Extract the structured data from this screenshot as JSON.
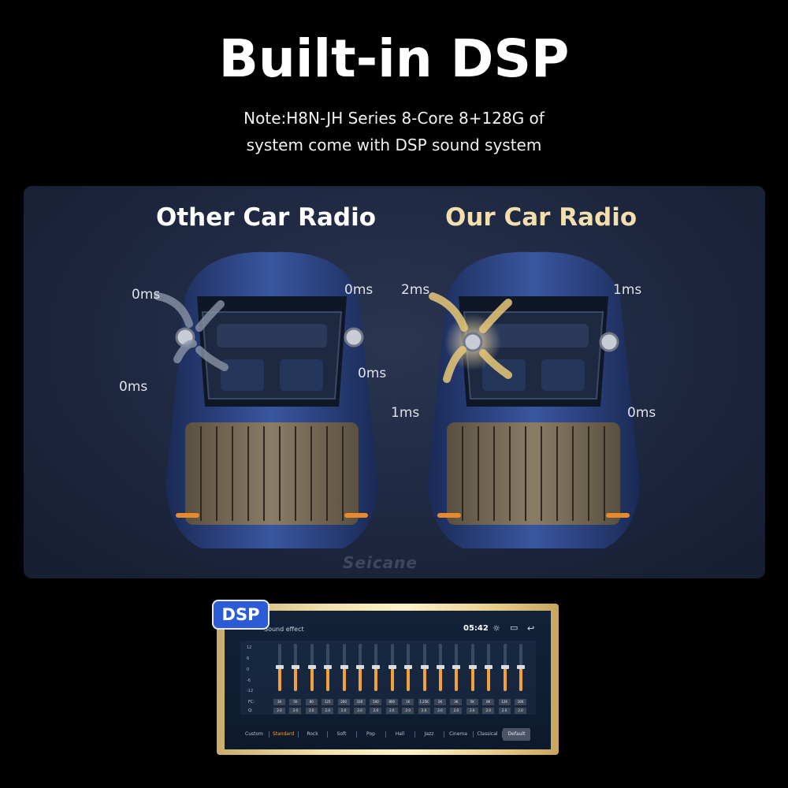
{
  "header": {
    "title": "Built-in DSP",
    "note_line1": "Note:H8N-JH Series 8-Core 8+128G of",
    "note_line2": "system come with DSP sound system"
  },
  "comparison": {
    "left_heading": "Other Car Radio",
    "right_heading": "Our Car Radio",
    "left_delays": {
      "top_left": "0ms",
      "top_right": "0ms",
      "bottom_left": "0ms",
      "bottom_right": "0ms"
    },
    "right_delays": {
      "top_left": "2ms",
      "top_right": "1ms",
      "bottom_left": "1ms",
      "bottom_right": "0ms"
    },
    "watermark": "Seicane",
    "left_accent": "#ffffff",
    "right_accent": "#f3dfae"
  },
  "dsp": {
    "badge": "DSP",
    "screen_title": "Sound effect",
    "clock": "05:42",
    "icons": [
      "brightness-icon",
      "window-icon",
      "back-icon"
    ],
    "y_labels": [
      "12",
      "6",
      "0",
      "-6",
      "-12"
    ],
    "fc_label": "FC:",
    "q_label": "Q:",
    "bands": [
      {
        "fc": "30",
        "q": "2.0",
        "level": 0
      },
      {
        "fc": "50",
        "q": "2.0",
        "level": 0
      },
      {
        "fc": "80",
        "q": "2.0",
        "level": 0
      },
      {
        "fc": "125",
        "q": "2.0",
        "level": 0
      },
      {
        "fc": "200",
        "q": "2.0",
        "level": 0
      },
      {
        "fc": "320",
        "q": "2.0",
        "level": 0
      },
      {
        "fc": "500",
        "q": "2.0",
        "level": 0
      },
      {
        "fc": "800",
        "q": "2.0",
        "level": 0
      },
      {
        "fc": "1K",
        "q": "2.0",
        "level": 0
      },
      {
        "fc": "1.25K",
        "q": "2.0",
        "level": 0
      },
      {
        "fc": "2K",
        "q": "2.0",
        "level": 0
      },
      {
        "fc": "3K",
        "q": "2.0",
        "level": 0
      },
      {
        "fc": "5K",
        "q": "2.0",
        "level": 0
      },
      {
        "fc": "8K",
        "q": "2.0",
        "level": 0
      },
      {
        "fc": "12K",
        "q": "2.0",
        "level": 0
      },
      {
        "fc": "16K",
        "q": "2.0",
        "level": 0
      }
    ],
    "presets": [
      "Custom",
      "Standard",
      "Rock",
      "Soft",
      "Pop",
      "Hall",
      "Jazz",
      "Cinema",
      "Classical",
      "Default"
    ],
    "active_preset": "Standard",
    "accent": "#f2a13a"
  }
}
